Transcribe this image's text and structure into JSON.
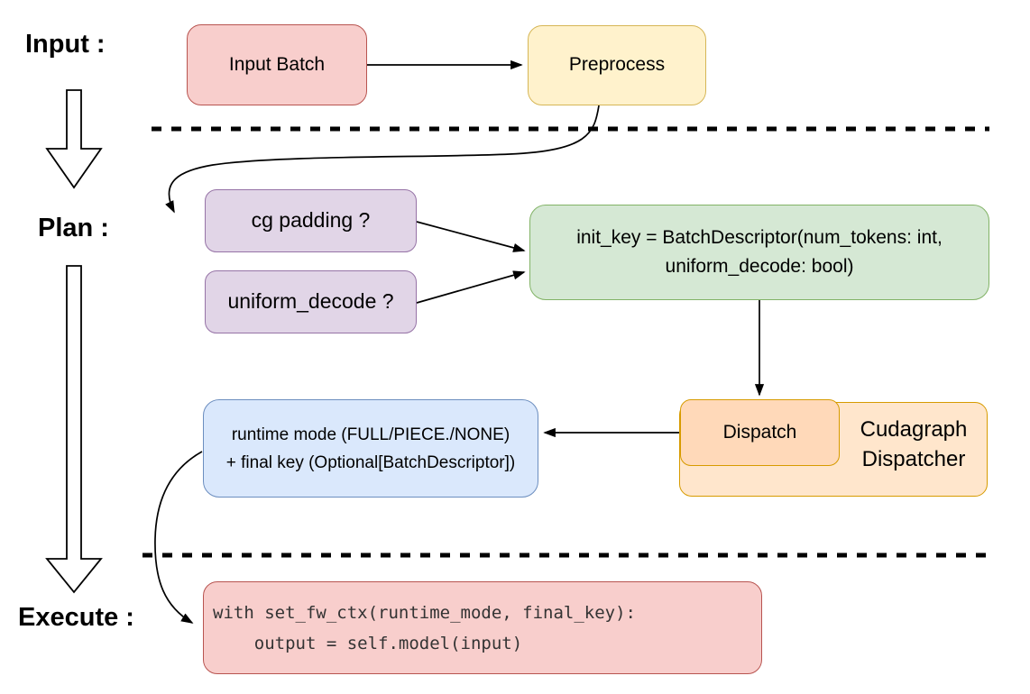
{
  "diagram": {
    "title_semantics": "cudagraph dispatching flow",
    "stages": {
      "input_label": "Input :",
      "plan_label": "Plan :",
      "execute_label": "Execute :"
    },
    "nodes": {
      "input_batch": {
        "label": "Input Batch"
      },
      "preprocess": {
        "label": "Preprocess"
      },
      "cg_padding": {
        "label": "cg padding ?"
      },
      "uniform_decode": {
        "label": "uniform_decode ?"
      },
      "init_key": {
        "line1": "init_key = BatchDescriptor(num_tokens: int,",
        "line2": "uniform_decode: bool)"
      },
      "dispatch": {
        "label": "Dispatch"
      },
      "cudagraph_dispatcher": {
        "label": "Cudagraph Dispatcher"
      },
      "runtime_key": {
        "line1": "runtime mode (FULL/PIECE./NONE)",
        "line2": "+ final key (Optional[BatchDescriptor])"
      },
      "execute_code": {
        "line1": "with set_fw_ctx(runtime_mode, final_key):",
        "line2": "    output = self.model(input)"
      }
    },
    "palette": {
      "red_fill": "#f8cecc",
      "red_stroke": "#b85450",
      "yellow_fill": "#fff2cc",
      "yellow_stroke": "#d6b656",
      "purple_fill": "#e1d5e7",
      "purple_stroke": "#9673a6",
      "green_fill": "#d5e8d4",
      "green_stroke": "#82b366",
      "blue_fill": "#dae8fc",
      "blue_stroke": "#6c8ebf",
      "orange_fill": "#ffe6cc",
      "orange_inner_fill": "#ffd9b9",
      "orange_stroke": "#d79b00",
      "connector": "#000000",
      "code_text": "#333333"
    }
  }
}
